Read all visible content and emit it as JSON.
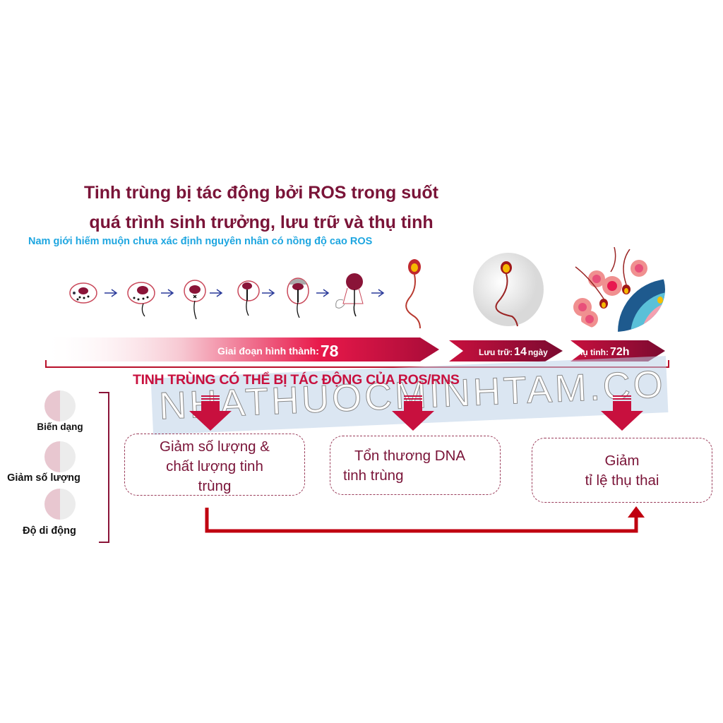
{
  "header": {
    "title_line1": "Tinh trùng bị tác động bởi ROS trong suốt",
    "title_line2": "quá trình sinh trưởng, lưu trữ và thụ tinh",
    "subtitle": "Nam giới hiếm muộn chưa xác  định nguyên nhân có nồng độ cao ROS"
  },
  "development": {
    "stages_icon": "spermatogenesis-stages-icon",
    "storage_icon": "sperm-in-epididymis-icon",
    "fertilization_icon": "sperm-egg-fertilization-icon"
  },
  "timeline": {
    "formation": {
      "label": "Giai đoạn hình thành:",
      "value": "78"
    },
    "storage": {
      "label": "Lưu trữ:",
      "value": "14",
      "unit": "ngày"
    },
    "fertilization": {
      "label": "hụ tinh:",
      "value": "72h"
    }
  },
  "ros_heading": "TINH TRÙNG CÓ THỂ BỊ TÁC ĐỘNG CỦA ROS/RNS",
  "watermark": "NHATHUOCMINHTAM.COM.VN",
  "side_effects": [
    {
      "label": "Biến dạng",
      "icon": "deformed-sperm-icon"
    },
    {
      "label": "Giảm số lượng",
      "icon": "reduced-count-icon"
    },
    {
      "label": "Độ di động",
      "icon": "motility-icon"
    }
  ],
  "outcomes": [
    {
      "line1": "Giảm số lượng  &",
      "line2": "chất lượng  tinh",
      "line3": "trùng"
    },
    {
      "line1": "Tổn thương  DNA",
      "line2": "tinh trùng"
    },
    {
      "line1": "Giảm",
      "line2": "tỉ lệ thụ thai"
    }
  ],
  "colors": {
    "title": "#7a1438",
    "subtitle": "#1ea6e0",
    "accent": "#c8103e",
    "arrow_dark": "#8c0f38",
    "connector": "#c00010"
  }
}
